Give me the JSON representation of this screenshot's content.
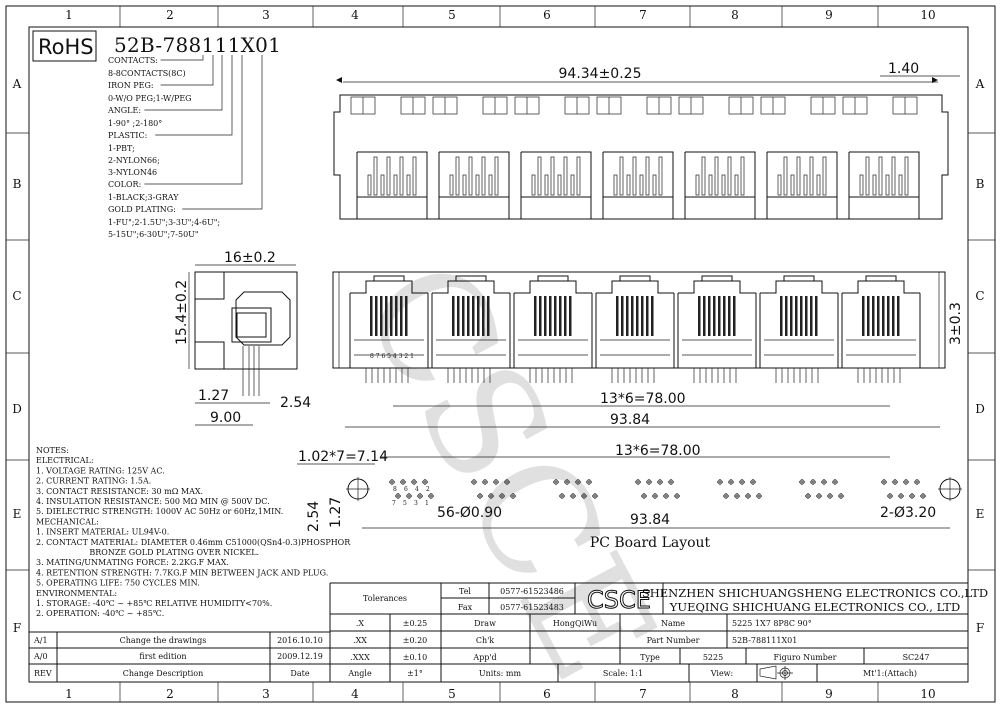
{
  "frame": {
    "columns": [
      "1",
      "2",
      "3",
      "4",
      "5",
      "6",
      "7",
      "8",
      "9",
      "10"
    ],
    "rows": [
      "A",
      "B",
      "C",
      "D",
      "E",
      "F"
    ]
  },
  "header": {
    "rohs": "RoHS",
    "part_code": "52B-788111X01"
  },
  "options": [
    {
      "label": "CONTACTS:",
      "values": [
        "8-8CONTACTS(8C)"
      ]
    },
    {
      "label": "IRON PEG:",
      "values": [
        "0-W/O PEG;1-W/PEG"
      ]
    },
    {
      "label": "ANGLE:",
      "values": [
        "1-90° ;2-180°"
      ]
    },
    {
      "label": "PLASTIC:",
      "values": [
        "1-PBT;",
        "2-NYLON66;",
        "3-NYLON46"
      ]
    },
    {
      "label": "COLOR:",
      "values": [
        "1-BLACK;3-GRAY"
      ]
    },
    {
      "label": "GOLD PLATING:",
      "values": [
        "1-FU\";2-1.5U\";3-3U\";4-6U\";",
        "5-15U\";6-30U\";7-50U\""
      ]
    }
  ],
  "dimensions": {
    "top_width": "94.34±0.25",
    "top_edge": "1.40",
    "side_width": "16±0.2",
    "side_height": "15.4±0.2",
    "side_pin_a": "1.27",
    "side_pin_b": "2.54",
    "side_base": "9.00",
    "front_height": "3±0.3",
    "front_pitch": "13*6=78.00",
    "front_total": "93.84",
    "pin_numbers": "8 7 6 5 4 3 2 1",
    "pcb_pin_pitch": "1.02*7=7.14",
    "pcb_port_pitch": "13*6=78.00",
    "pcb_holes": "56-Ø0.90",
    "pcb_total": "93.84",
    "pcb_mount": "2-Ø3.20",
    "pcb_row_a": "2.54",
    "pcb_row_b": "1.27",
    "pcb_pin_labels_top": [
      "8",
      "6",
      "4",
      "2"
    ],
    "pcb_pin_labels_bottom": [
      "7",
      "5",
      "3",
      "1"
    ],
    "pcb_title": "PC Board Layout"
  },
  "notes": [
    "NOTES:",
    "ELECTRICAL:",
    "1. VOLTAGE RATING: 125V AC.",
    "2. CURRENT RATING: 1.5A.",
    "3. CONTACT RESISTANCE: 30 mΩ MAX.",
    "4. INSULATION RESISTANCE: 500 MΩ MIN @ 500V DC.",
    "5. DIELECTRIC STRENGTH: 1000V AC 50Hz or 60Hz,1MIN.",
    "MECHANICAL:",
    "1. INSERT MATERIAL: UL94V-0.",
    "2. CONTACT MATERIAL: DIAMETER 0.46mm C51000(QSn4-0.3)PHOSPHOR",
    "                     BRONZE GOLD PLATING OVER NICKEL.",
    "3. MATING/UNMATING FORCE: 2.2KG.F MAX.",
    "4. RETENTION STRENGTH: 7.7KG.F MIN BETWEEN JACK AND PLUG.",
    "5. OPERATING LIFE: 750 CYCLES MIN.",
    "ENVIRONMENTAL:",
    "1. STORAGE: -40℃ ~ +85℃ RELATIVE HUMIDITY<70%.",
    "2. OPERATION: -40℃ ~ +85℃."
  ],
  "revisions": {
    "rows": [
      {
        "rev": "A/1",
        "desc": "Change the drawings",
        "date": "2016.10.10"
      },
      {
        "rev": "A/0",
        "desc": "first edition",
        "date": "2009.12.19"
      }
    ],
    "header": {
      "rev": "REV",
      "desc": "Change Description",
      "date": "Date"
    }
  },
  "title_block": {
    "tolerances_label": "Tolerances",
    "tolerances": [
      {
        "k": ".X",
        "v": "±0.25"
      },
      {
        "k": ".XX",
        "v": "±0.20"
      },
      {
        "k": ".XXX",
        "v": "±0.10"
      },
      {
        "k": "Angle",
        "v": "±1°"
      }
    ],
    "tel_label": "Tel",
    "tel": "0577-61523486",
    "fax_label": "Fax",
    "fax": "0577-61523483",
    "logo": "CSCE",
    "company_1": "SHENZHEN SHICHUANGSHENG ELECTRONICS CO.,LTD",
    "company_2": "YUEQING SHICHUANG ELECTRONICS CO., LTD",
    "draw_label": "Draw",
    "draw": "HongQiWu",
    "chk_label": "Ch'k",
    "chk": "",
    "appd_label": "App'd",
    "appd": "",
    "name_label": "Name",
    "name": "5225 1X7 8P8C 90°",
    "part_label": "Part Number",
    "part": "52B-788111X01",
    "type_label": "Type",
    "type": "5225",
    "figure_label": "Figuro Number",
    "figure": "SC247",
    "units": "Units: mm",
    "scale": "Scale: 1:1",
    "view": "View:",
    "material": "Mt'1:(Attach)"
  },
  "watermark": "CSCE"
}
